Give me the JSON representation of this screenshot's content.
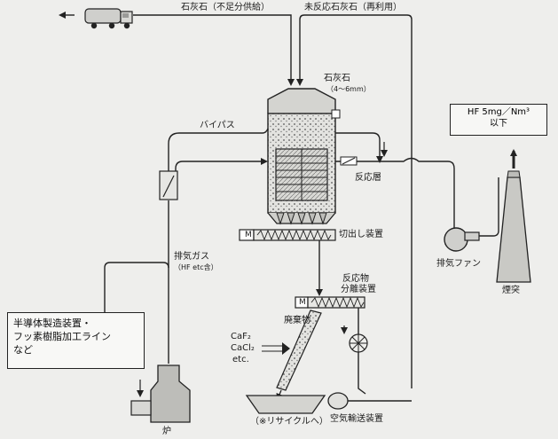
{
  "labels": {
    "limestone_top": "石灰石（不足分供給）",
    "unreacted_limestone": "未反応石灰石（再利用）",
    "limestone_size_1": "石灰石",
    "limestone_size_2": "（4〜6mm）",
    "bypass": "バイパス",
    "reaction_layer": "反応層",
    "exhaust_gas_1": "排気ガス",
    "exhaust_gas_2": "（HF etc含）",
    "cutout_device": "切出し装置",
    "reactant_separator_1": "反応物",
    "reactant_separator_2": "分離装置",
    "waste": "廃棄物",
    "caf2": "CaF₂",
    "cacl2": "CaCl₂",
    "etc": "etc.",
    "exhaust_fan": "排気ファン",
    "chimney": "煙突",
    "furnace": "炉",
    "recycle": "（※リサイクルへ）",
    "pneumatic_transport": "空気輸送装置",
    "motor_1": "M",
    "motor_2": "M"
  },
  "hf_box": {
    "line1": "HF 5mg／Nm³",
    "line2": "以下"
  },
  "source_box": {
    "line1": "半導体製造装置・",
    "line2": "フッ素樹脂加工ライン",
    "line3": "など"
  },
  "colors": {
    "line": "#222222",
    "background": "#eeeeec"
  }
}
